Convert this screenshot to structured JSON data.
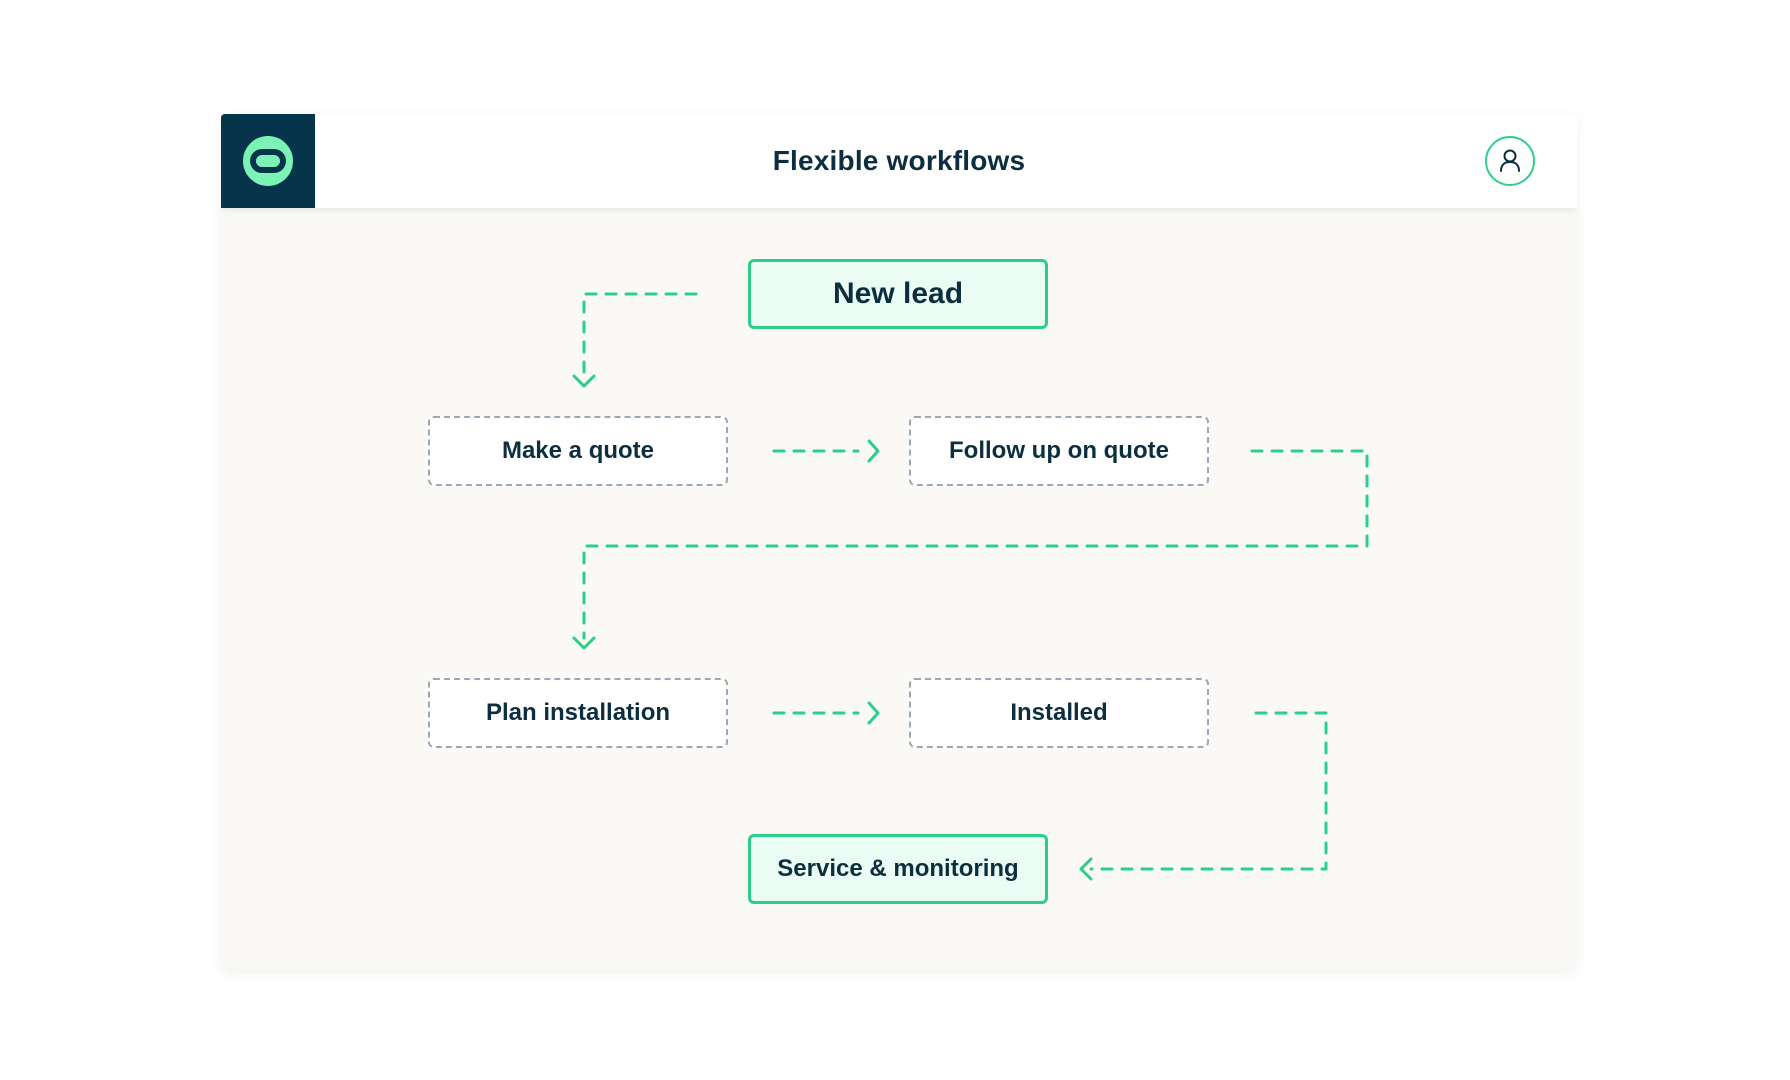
{
  "header": {
    "title": "Flexible workflows"
  },
  "colors": {
    "brand_dark": "#06344a",
    "accent": "#2ccf8a",
    "card_bg": "#faf9f6",
    "step_border": "#9aa9b3",
    "text": "#0b2f3f"
  },
  "icons": {
    "logo": "brand-logo-icon",
    "profile": "user-icon"
  },
  "workflow": {
    "new_lead": "New lead",
    "make_quote": "Make a quote",
    "follow_up": "Follow up on quote",
    "plan_installation": "Plan installation",
    "installed": "Installed",
    "service": "Service & monitoring"
  }
}
